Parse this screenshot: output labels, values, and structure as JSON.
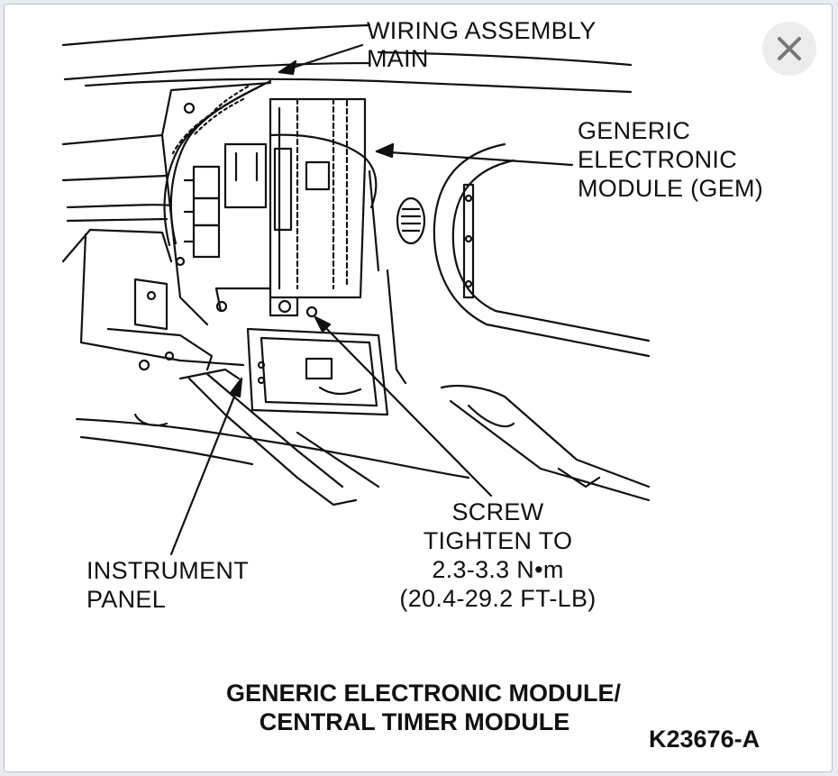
{
  "close_button": {
    "icon": "close-icon"
  },
  "labels": {
    "wiring_line1": "WIRING ASSEMBLY",
    "wiring_line2": "MAIN",
    "gem_line1": "GENERIC",
    "gem_line2": "ELECTRONIC",
    "gem_line3": "MODULE (GEM)",
    "instrument_line1": "INSTRUMENT",
    "instrument_line2": "PANEL",
    "screw_line1": "SCREW",
    "screw_line2": "TIGHTEN TO",
    "screw_line3": "2.3-3.3 N•m",
    "screw_line4": "(20.4-29.2 FT-LB)"
  },
  "caption": {
    "line1": "GENERIC ELECTRONIC MODULE/",
    "line2": "CENTRAL TIMER MODULE"
  },
  "figure_code": "K23676-A"
}
